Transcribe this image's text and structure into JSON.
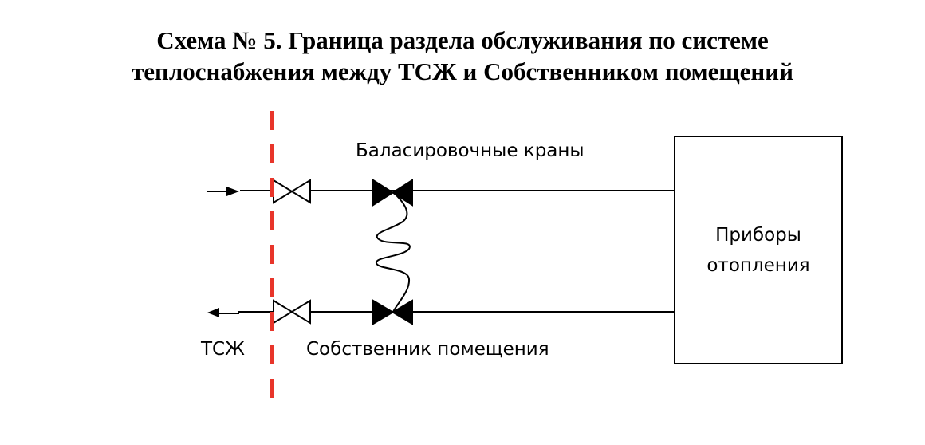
{
  "title": {
    "line1": "Схема № 5. Граница раздела обслуживания по системе",
    "line2": "теплоснабжения между ТСЖ и Собственником помещений"
  },
  "labels": {
    "balancing_valves": "Баласировочные краны",
    "owner": "Собственник помещения",
    "hoa": "ТСЖ",
    "heaters": "Приборы отопления"
  },
  "colors": {
    "boundary": "#e8352a",
    "lines": "#000000"
  }
}
